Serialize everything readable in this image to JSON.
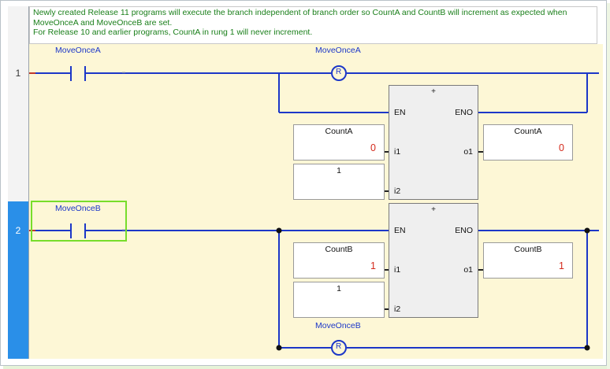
{
  "comment": {
    "line1": "Newly created Release 11 programs will execute the branch independent of branch order so CountA and CountB will increment as expected when",
    "line2": "MoveOnceA and MoveOnceB are set.",
    "line3": "For Release 10 and earlier programs, CountA in rung 1 will never increment."
  },
  "rungs": [
    {
      "number": "1",
      "contact_label": "MoveOnceA",
      "coil_label": "MoveOnceA",
      "coil_symbol": "R",
      "block": {
        "title": "+",
        "en": "EN",
        "eno": "ENO",
        "i1": "i1",
        "i2": "i2",
        "o1": "o1",
        "in1": {
          "name": "CountA",
          "value": "0"
        },
        "in2": {
          "value": "1"
        },
        "out": {
          "name": "CountA",
          "value": "0"
        }
      }
    },
    {
      "number": "2",
      "contact_label": "MoveOnceB",
      "coil_label": "MoveOnceB",
      "coil_symbol": "R",
      "block": {
        "title": "+",
        "en": "EN",
        "eno": "ENO",
        "i1": "i1",
        "i2": "i2",
        "o1": "o1",
        "in1": {
          "name": "CountB",
          "value": "1"
        },
        "in2": {
          "value": "1"
        },
        "out": {
          "name": "CountB",
          "value": "1"
        }
      }
    }
  ],
  "colors": {
    "wire": "#1c37c8",
    "value": "#d42a1c",
    "comment": "#1a7f1a",
    "selection": "#77dd2b",
    "active_rung": "#2a8fe8"
  }
}
